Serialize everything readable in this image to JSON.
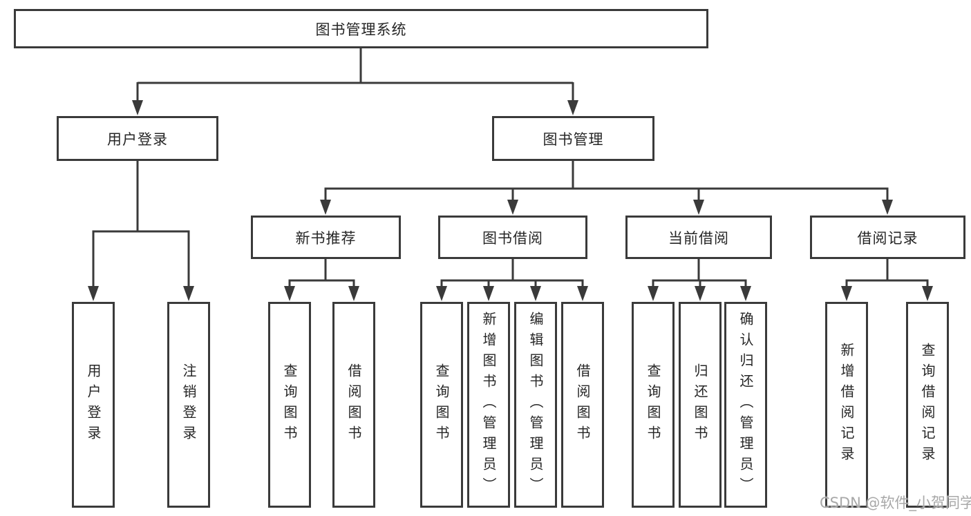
{
  "tree": {
    "label": "图书管理系统",
    "children": [
      {
        "label": "用户登录",
        "children": [
          {
            "label": "用户登录"
          },
          {
            "label": "注销登录"
          }
        ]
      },
      {
        "label": "图书管理",
        "children": [
          {
            "label": "新书推荐",
            "children": [
              {
                "label": "查询图书"
              },
              {
                "label": "借阅图书"
              }
            ]
          },
          {
            "label": "图书借阅",
            "children": [
              {
                "label": "查询图书"
              },
              {
                "label": "新增图书（管理员）"
              },
              {
                "label": "编辑图书（管理员）"
              },
              {
                "label": "借阅图书"
              }
            ]
          },
          {
            "label": "当前借阅",
            "children": [
              {
                "label": "查询图书"
              },
              {
                "label": "归还图书"
              },
              {
                "label": "确认归还（管理员）"
              }
            ]
          },
          {
            "label": "借阅记录",
            "children": [
              {
                "label": "新增借阅记录"
              },
              {
                "label": "查询借阅记录"
              }
            ]
          }
        ]
      }
    ]
  },
  "watermark": "CSDN @软件_小贺同学",
  "colors": {
    "line": "#3a3a3a",
    "node_border": "#3a3a3a",
    "node_fill": "#ffffff",
    "node_text": "#262626",
    "background": "#ffffff",
    "watermark": "#a8a8a8"
  }
}
